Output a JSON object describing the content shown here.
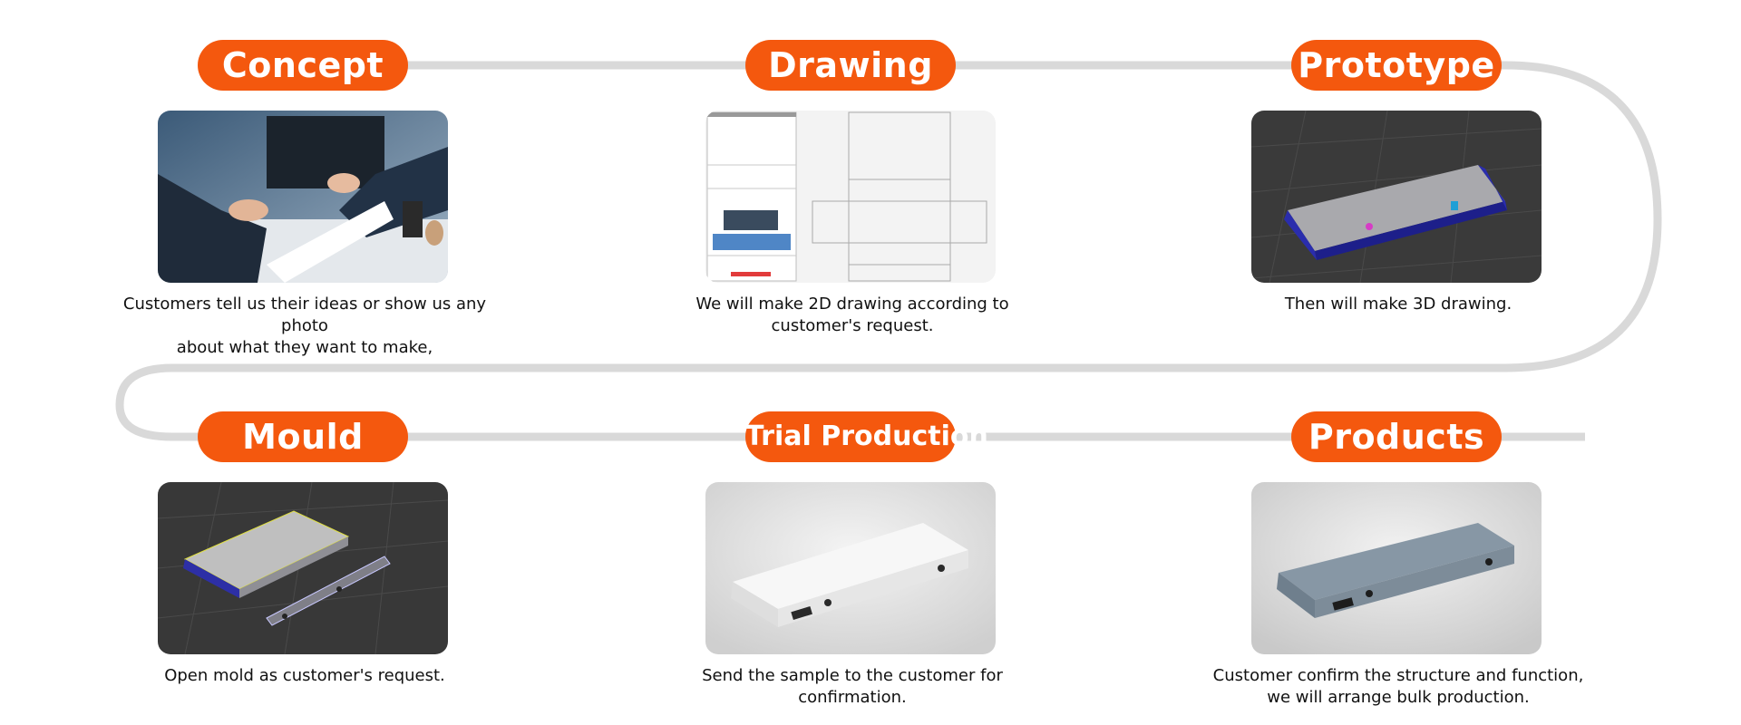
{
  "accent_color": "#f4580e",
  "path_color": "#d9d9d9",
  "steps": [
    {
      "title": "Concept",
      "image": "handshake-document-photo",
      "caption_lines": [
        "Customers tell us their ideas or show us any photo",
        "about what they want to make,"
      ]
    },
    {
      "title": "Drawing",
      "image": "2d-box-dieline-drawing",
      "caption_lines": [
        "We will make 2D drawing according to",
        "customer's request."
      ]
    },
    {
      "title": "Prototype",
      "image": "3d-render-device-prototype",
      "caption_lines": [
        "Then will make 3D drawing."
      ]
    },
    {
      "title": "Mould",
      "image": "exploded-mould-render",
      "caption_lines": [
        "Open mold as customer's request."
      ]
    },
    {
      "title": "Trial Production",
      "image": "white-sample-device-photo",
      "caption_lines": [
        "Send the sample to the customer for confirmation."
      ]
    },
    {
      "title": "Products",
      "image": "grey-finished-device-photo",
      "caption_lines": [
        "Customer confirm the structure and function,",
        "we will arrange bulk production."
      ]
    }
  ]
}
